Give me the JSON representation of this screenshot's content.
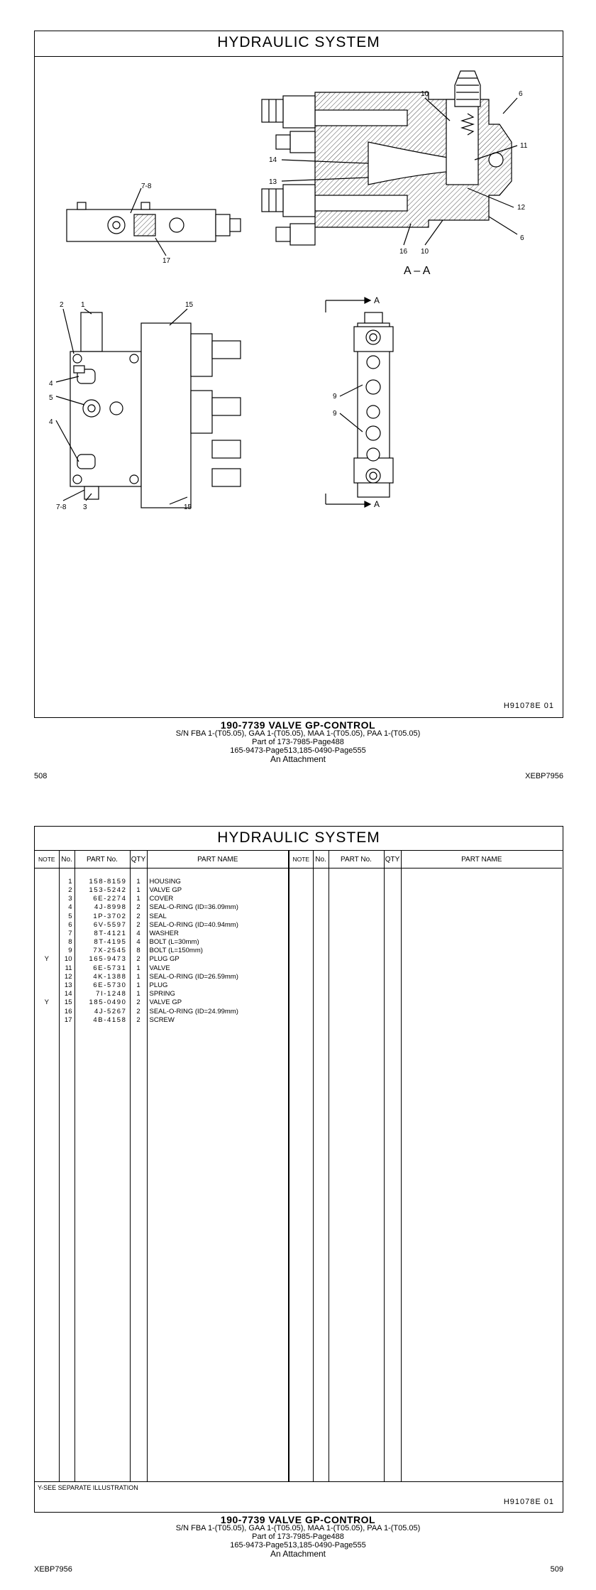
{
  "page1": {
    "title": "HYDRAULIC  SYSTEM",
    "illustration_ref": "H91078E   01",
    "section_label": "A – A",
    "section_arrow_label": "A",
    "callouts": {
      "c10": "10",
      "c6": "6",
      "c11": "11",
      "c14": "14",
      "c13": "13",
      "c12": "12",
      "c16": "16",
      "c78": "7-8",
      "c17": "17",
      "c2": "2",
      "c1": "1",
      "c15": "15",
      "c4": "4",
      "c5": "5",
      "c9": "9",
      "c3": "3"
    },
    "caption": {
      "line1": "190-7739  VALVE GP-CONTROL",
      "line2": "S/N FBA 1-(T05.05), GAA 1-(T05.05), MAA 1-(T05.05), PAA 1-(T05.05)",
      "line3": "Part of 173-7985-Page488",
      "line4": "165-9473-Page513,185-0490-Page555",
      "line5": "An Attachment"
    },
    "page_number": "508",
    "doc_code": "XEBP7956"
  },
  "page2": {
    "title": "HYDRAULIC  SYSTEM",
    "headers": {
      "note": "NOTE",
      "no": "No.",
      "part_no": "PART No.",
      "qty": "QTY",
      "part_name": "PART NAME"
    },
    "parts": [
      {
        "note": "",
        "no": "1",
        "part_no": "158-8159",
        "qty": "1",
        "name": "HOUSING"
      },
      {
        "note": "",
        "no": "2",
        "part_no": "153-5242",
        "qty": "1",
        "name": "VALVE GP"
      },
      {
        "note": "",
        "no": "3",
        "part_no": "6E-2274",
        "qty": "1",
        "name": "COVER"
      },
      {
        "note": "",
        "no": "4",
        "part_no": "4J-8998",
        "qty": "2",
        "name": "SEAL-O-RING (ID=36.09mm)"
      },
      {
        "note": "",
        "no": "5",
        "part_no": "1P-3702",
        "qty": "2",
        "name": "SEAL"
      },
      {
        "note": "",
        "no": "6",
        "part_no": "6V-5597",
        "qty": "2",
        "name": "SEAL-O-RING (ID=40.94mm)"
      },
      {
        "note": "",
        "no": "7",
        "part_no": "8T-4121",
        "qty": "4",
        "name": "WASHER"
      },
      {
        "note": "",
        "no": "8",
        "part_no": "8T-4195",
        "qty": "4",
        "name": "BOLT (L=30mm)"
      },
      {
        "note": "",
        "no": "9",
        "part_no": "7X-2545",
        "qty": "8",
        "name": "BOLT (L=150mm)"
      },
      {
        "note": "Y",
        "no": "10",
        "part_no": "165-9473",
        "qty": "2",
        "name": "PLUG GP"
      },
      {
        "note": "",
        "no": "11",
        "part_no": "6E-5731",
        "qty": "1",
        "name": "VALVE"
      },
      {
        "note": "",
        "no": "12",
        "part_no": "4K-1388",
        "qty": "1",
        "name": "SEAL-O-RING (ID=26.59mm)"
      },
      {
        "note": "",
        "no": "13",
        "part_no": "6E-5730",
        "qty": "1",
        "name": "PLUG"
      },
      {
        "note": "",
        "no": "14",
        "part_no": "7I-1248",
        "qty": "1",
        "name": "SPRING"
      },
      {
        "note": "Y",
        "no": "15",
        "part_no": "185-0490",
        "qty": "2",
        "name": "VALVE GP"
      },
      {
        "note": "",
        "no": "16",
        "part_no": "4J-5267",
        "qty": "2",
        "name": "SEAL-O-RING (ID=24.99mm)"
      },
      {
        "note": "",
        "no": "17",
        "part_no": "4B-4158",
        "qty": "2",
        "name": "SCREW"
      }
    ],
    "footnote": "Y-SEE SEPARATE ILLUSTRATION",
    "illustration_ref": "H91078E   01",
    "caption": {
      "line1": "190-7739  VALVE GP-CONTROL",
      "line2": "S/N FBA 1-(T05.05), GAA 1-(T05.05), MAA 1-(T05.05), PAA 1-(T05.05)",
      "line3": "Part of 173-7985-Page488",
      "line4": "165-9473-Page513,185-0490-Page555",
      "line5": "An Attachment"
    },
    "doc_code": "XEBP7956",
    "page_number": "509"
  }
}
